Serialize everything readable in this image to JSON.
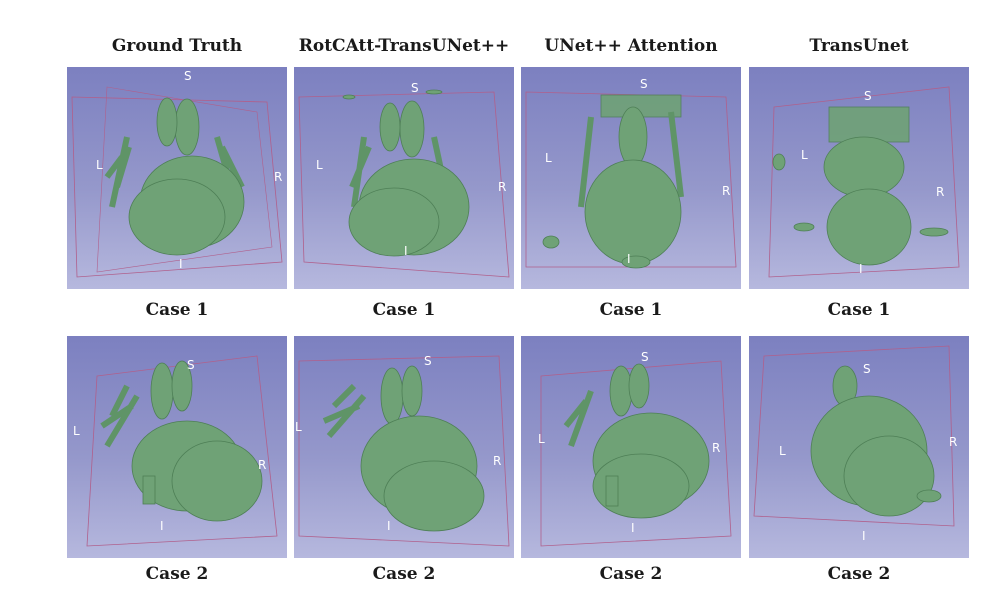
{
  "columns": [
    {
      "title": "Ground Truth"
    },
    {
      "title": "RotCAtt-TransUNet++"
    },
    {
      "title": "UNet++ Attention"
    },
    {
      "title": "TransUnet"
    }
  ],
  "rows": [
    {
      "case_label": "Case 1"
    },
    {
      "case_label": "Case 2"
    }
  ],
  "orientation_labels": {
    "superior": "S",
    "inferior": "I",
    "left": "L",
    "right": "R"
  },
  "colors": {
    "background_top": "#7c80c0",
    "background_bottom": "#b6b8de",
    "heart_green": "#6fa276",
    "bounding_box": "#b0608c"
  }
}
